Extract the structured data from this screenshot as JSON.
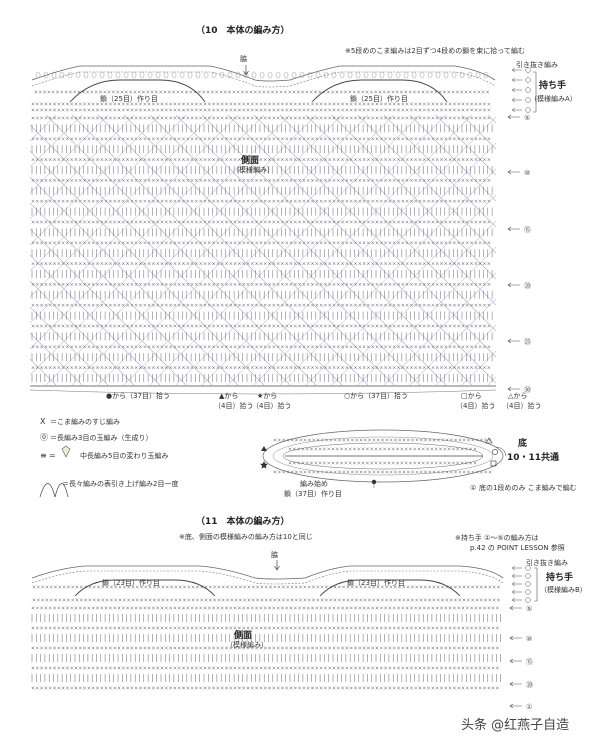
{
  "d10": {
    "title": "（10　本体の編み方）",
    "note_top": "※5段めのこま編みは2目ずつ4段めの鎖を束に拾って編む",
    "waki": "脇",
    "chain_left": "鎖（25目）作り目",
    "chain_right": "鎖（25目）作り目",
    "side_label_1": "側面",
    "side_label_2": "（模様編み）",
    "hikinuki": "引き抜き編み",
    "handle_1": "持ち手",
    "handle_2": "（模様編みA）",
    "pickup_1": "●から（37目）拾う",
    "pickup_2a": "▲から",
    "pickup_2b": "（4目）拾う",
    "pickup_3a": "★から",
    "pickup_3b": "（4目）拾う",
    "pickup_4": "○から（37目）拾う",
    "pickup_5a": "□から",
    "pickup_5b": "（4目）拾う",
    "pickup_6a": "△から",
    "pickup_6b": "（4目）拾う",
    "legend_1": "＝こま編みのすじ編み",
    "legend_2": "＝長編み3目の玉編み（生成り）",
    "legend_3": "中長編み5目の変わり玉編み",
    "legend_4": "＝長々編みの表引き上げ編み2目一度",
    "bottom_1": "底",
    "bottom_2": "10・11共通",
    "start_1": "編み始め",
    "start_2": "鎖（37目）作り目",
    "bottom_note": "底の1段めのみ こま編みで編む",
    "row_marks": [
      "⑤",
      "⑩",
      "⑮",
      "⑳",
      "㉕",
      "㉚",
      "①"
    ]
  },
  "d11": {
    "title": "（11　本体の編み方）",
    "note_1": "※底、側面の模様編みの編み方は10と同じ",
    "note_2a": "※持ち手 ①～⑤の編み方は",
    "note_2b": "p.42 の POINT LESSON 参照",
    "waki": "脇",
    "chain_left": "鎖（23目）作り目",
    "chain_right": "鎖（23目）作り目",
    "side_label_1": "側面",
    "side_label_2": "（模様編み）",
    "hikinuki": "引き抜き編み",
    "handle_1": "持ち手",
    "handle_2": "（模様編みB）",
    "row_marks": [
      "⑤",
      "⑩",
      "⑮",
      "⑳",
      "①"
    ]
  },
  "watermark": "头条 @红燕子自造"
}
